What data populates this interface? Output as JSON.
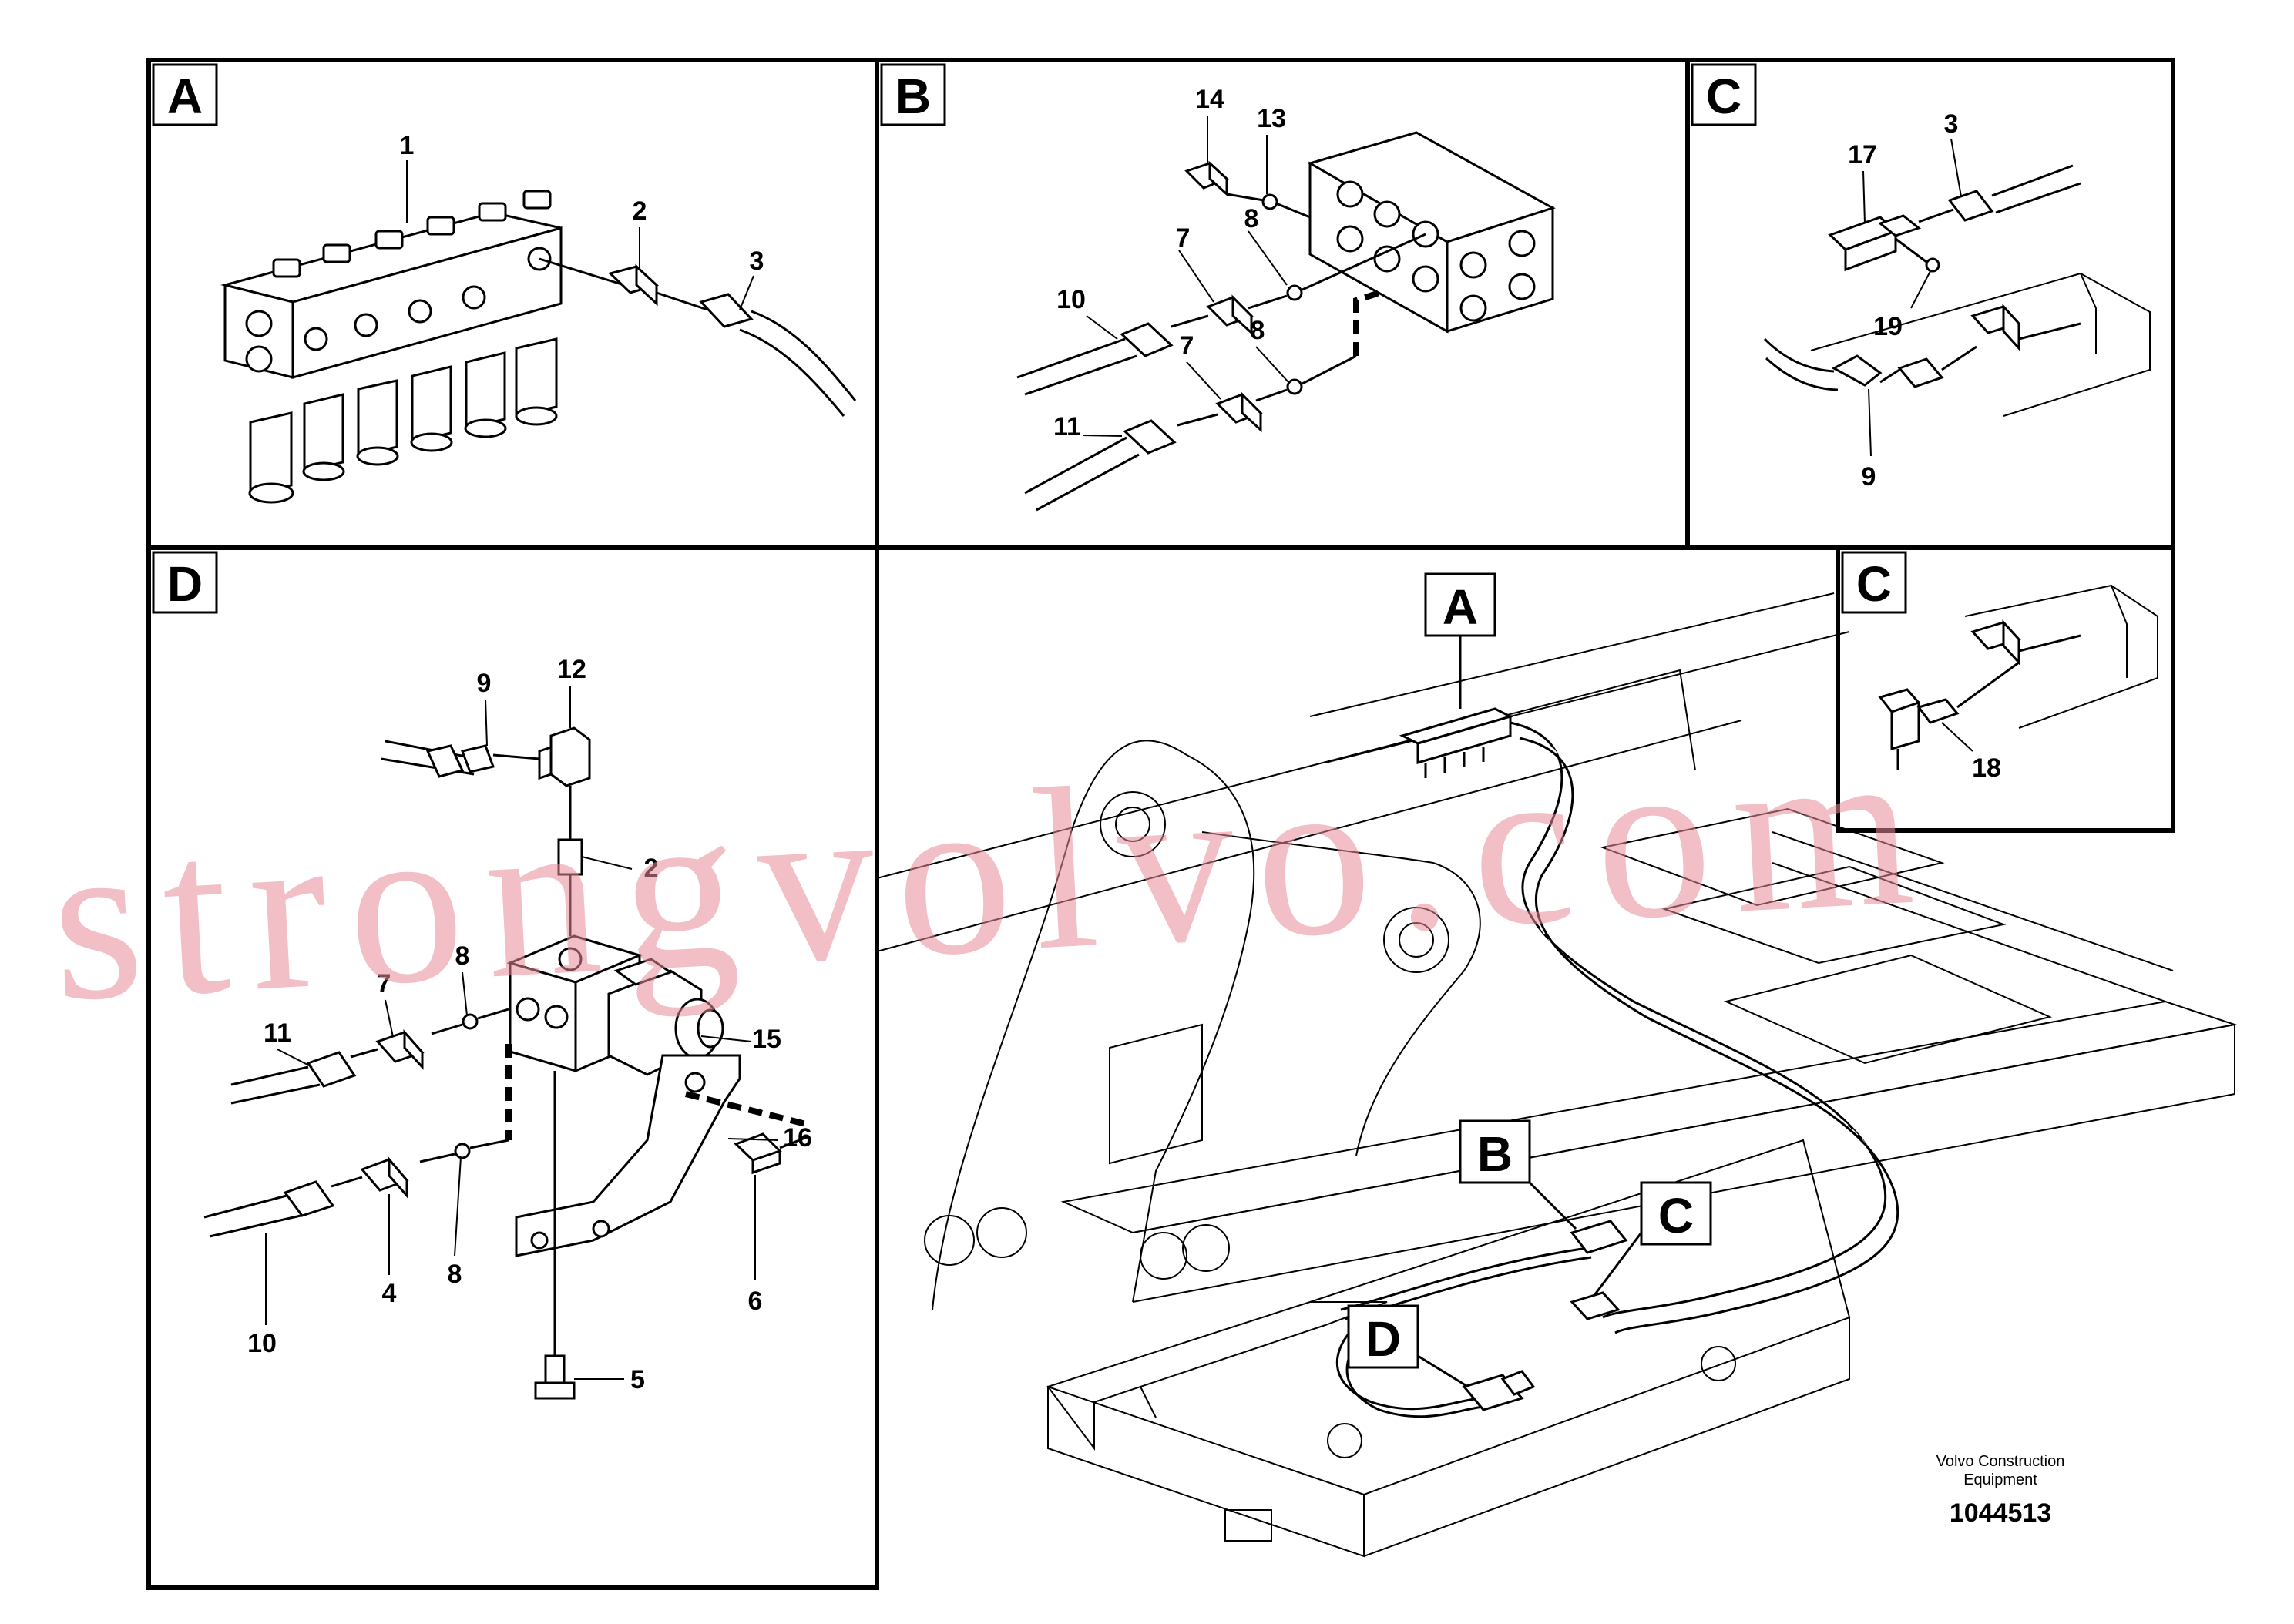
{
  "panels": [
    {
      "tag": "A",
      "labels": [
        "1",
        "2",
        "3"
      ]
    },
    {
      "tag": "B",
      "labels": [
        "14",
        "13",
        "7",
        "8",
        "10",
        "8",
        "7",
        "11"
      ]
    },
    {
      "tag": "C",
      "labels": [
        "17",
        "3",
        "19",
        "9"
      ]
    },
    {
      "tag": "D",
      "labels": [
        "9",
        "12",
        "2",
        "8",
        "7",
        "11",
        "15",
        "16",
        "8",
        "4",
        "10",
        "6",
        "5"
      ]
    },
    {
      "tag": "C",
      "labels": [
        "18"
      ]
    }
  ],
  "overview_tags": [
    "A",
    "B",
    "C",
    "D"
  ],
  "watermark": "strongvolvo.com",
  "footer": {
    "line1": "Volvo Construction",
    "line2": "Equipment",
    "number": "1044513"
  }
}
